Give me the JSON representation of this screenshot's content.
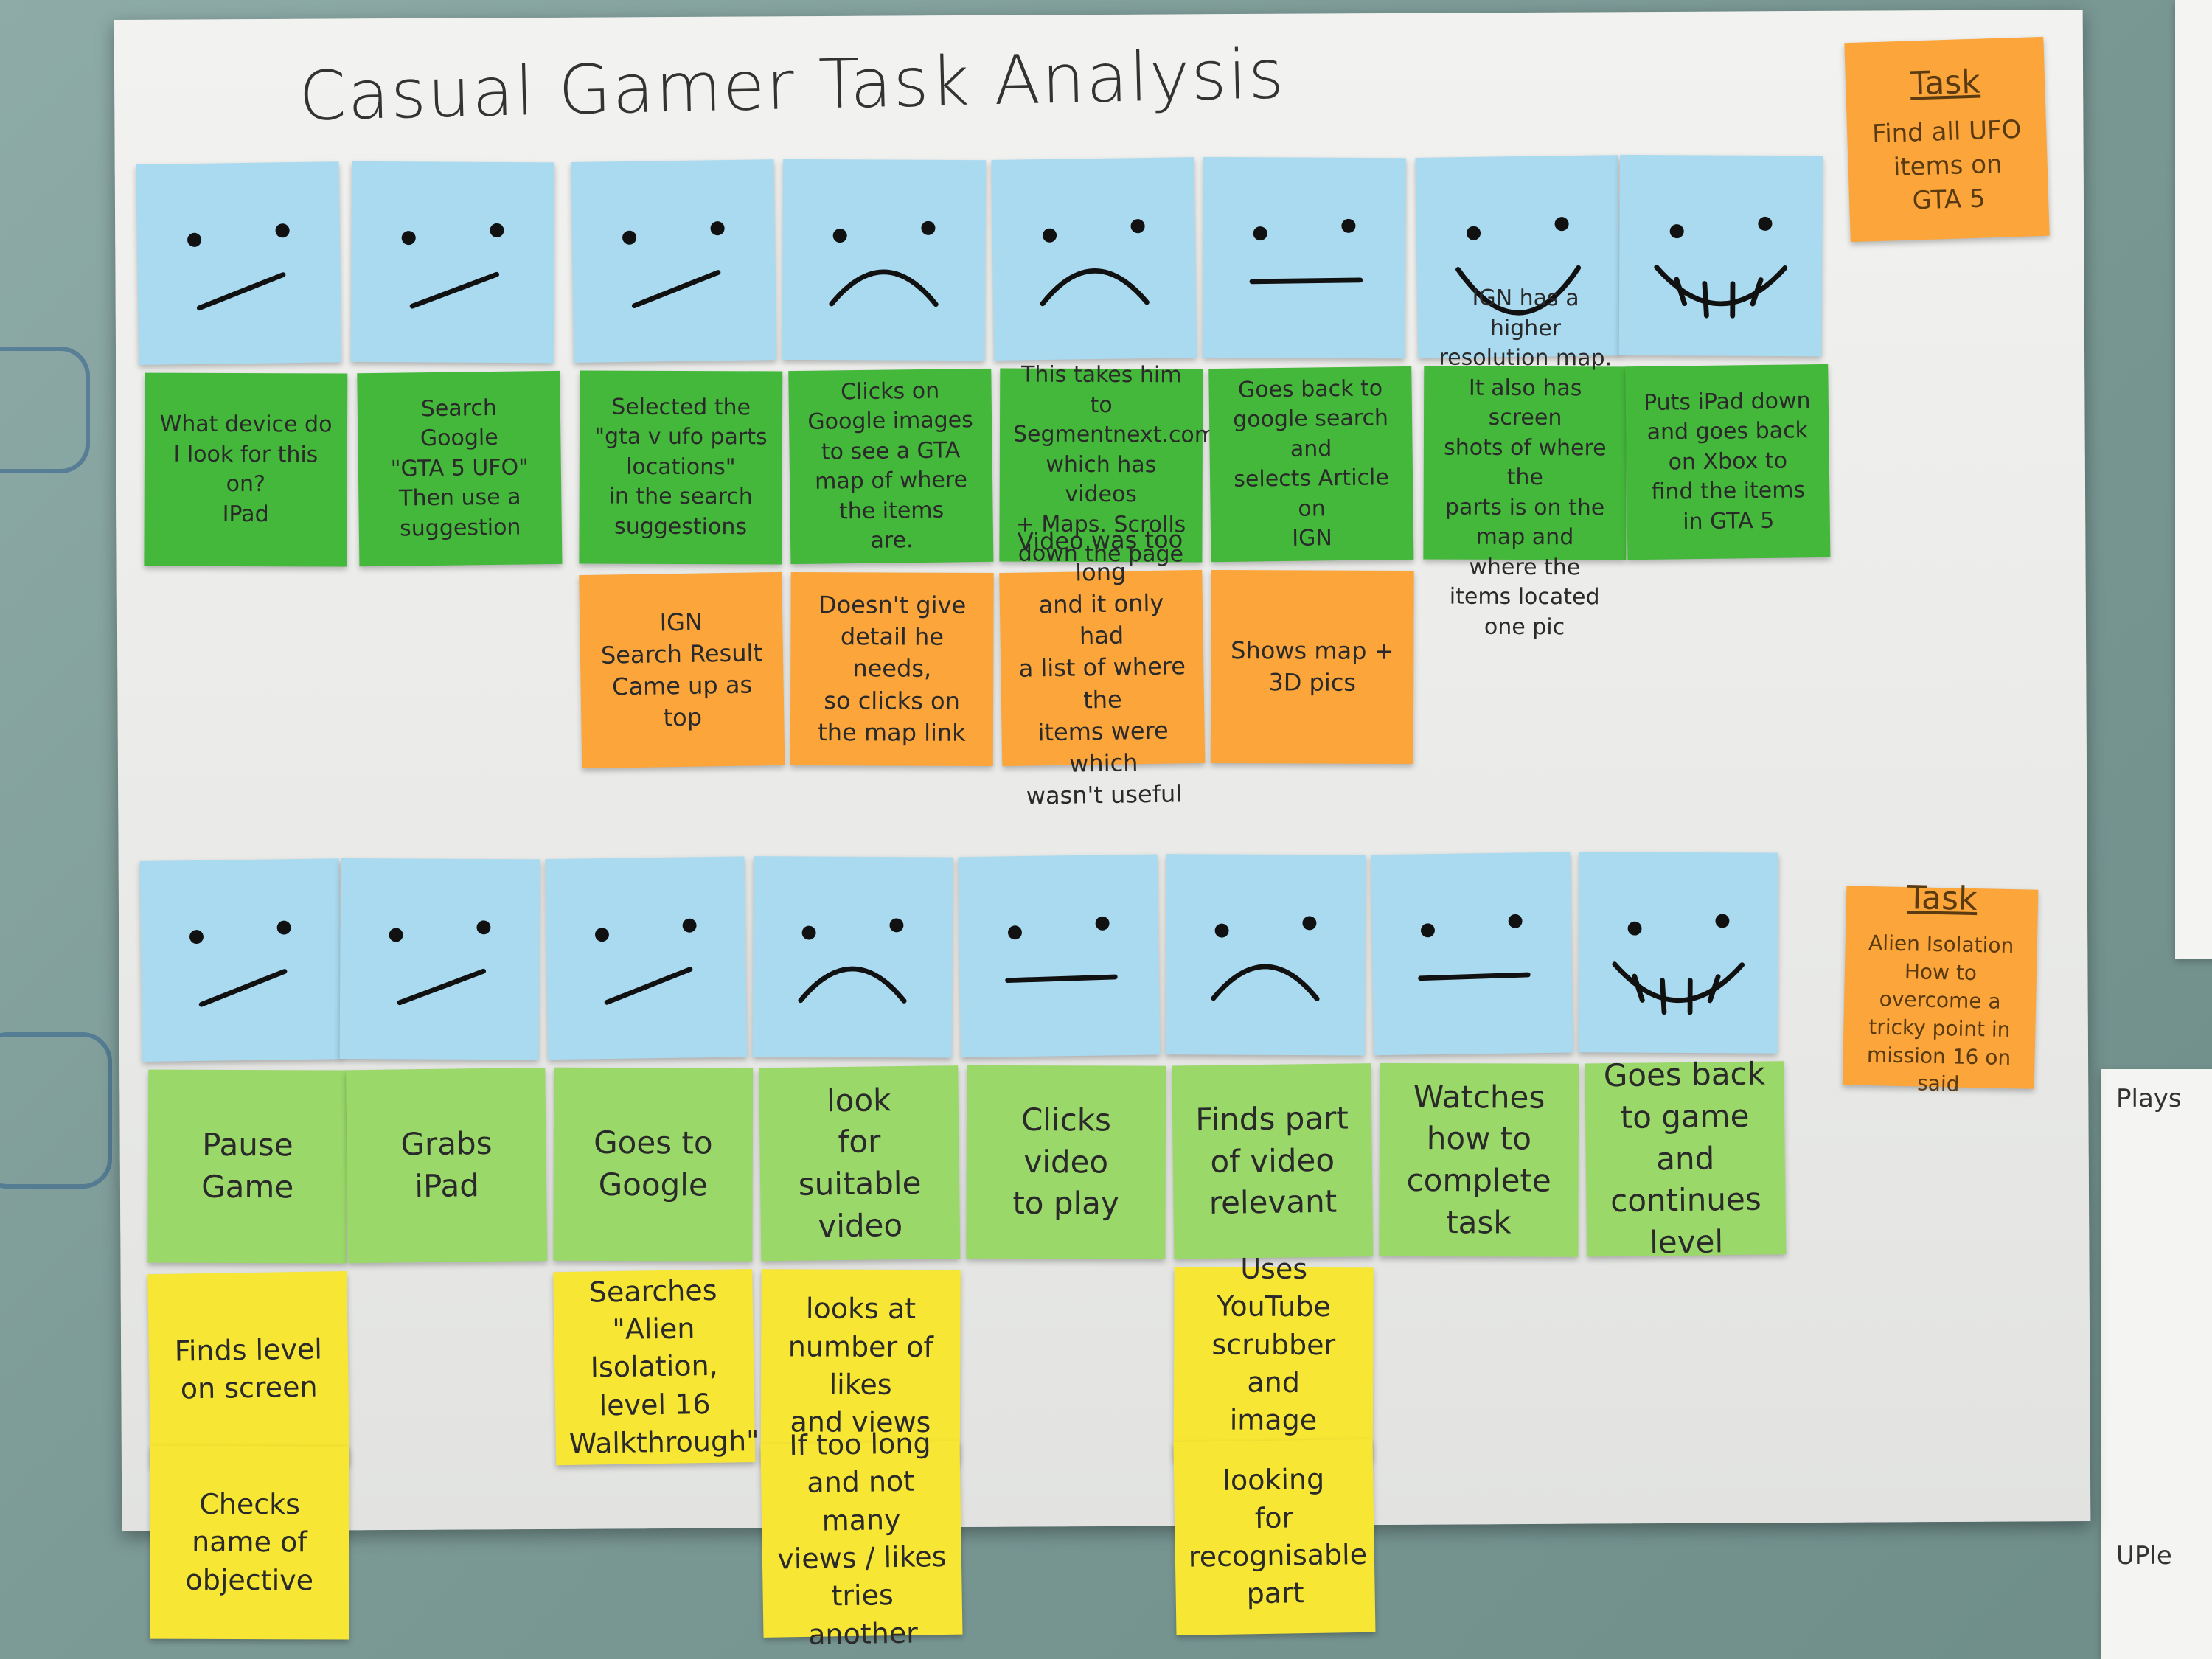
{
  "title": "Casual Gamer Task Analysis",
  "row1": {
    "task_note": {
      "heading": "Task",
      "body": "Find all UFO\nitems on\nGTA 5"
    },
    "faces": [
      "neutral-frown-icon",
      "neutral-frown-icon",
      "neutral-frown-icon",
      "sad-face-icon",
      "sad-face-icon",
      "neutral-face-icon",
      "smile-face-icon",
      "grin-face-icon"
    ],
    "actions": [
      "What device do\nI look for this\non?\nIPad",
      "Search\nGoogle\n\"GTA 5 UFO\"\nThen use a suggestion",
      "Selected the\n\"gta v ufo parts\nlocations\"\nin the search suggestions",
      "Clicks on\nGoogle images\nto see a GTA\nmap of where the items\nare.",
      "This takes him\nto Segmentnext.com\nwhich has videos\n+ Maps. Scrolls\ndown the page",
      "Goes back to\ngoogle search and\nselects Article on\nIGN",
      "IGN has a higher\nresolution map.\nIt also has screen\nshots of where the\nparts is on the map and\nwhere the items located\none pic",
      "Puts iPad down\nand goes back\non Xbox to\nfind the items\nin GTA 5"
    ],
    "details": [
      {
        "col": 2,
        "text": "IGN\nSearch Result\nCame up as top"
      },
      {
        "col": 3,
        "text": "Doesn't give\ndetail he needs,\nso clicks on\nthe map link"
      },
      {
        "col": 4,
        "text": "Video was too long\nand it only had\na list of where the\nitems were which\nwasn't useful"
      },
      {
        "col": 5,
        "text": "Shows map +\n3D pics"
      }
    ]
  },
  "row2": {
    "task_note": {
      "heading": "Task",
      "body": "Alien Isolation\nHow to overcome a\ntricky point in\nmission 16 on\nsaid"
    },
    "faces": [
      "neutral-frown-icon",
      "neutral-frown-icon",
      "neutral-frown-icon",
      "sad-face-icon",
      "neutral-face-icon",
      "sad-face-icon",
      "neutral-face-icon",
      "grin-face-icon"
    ],
    "actions": [
      "Pause\nGame",
      "Grabs\niPad",
      "Goes to\nGoogle",
      "look\nfor suitable\nvideo",
      "Clicks\nvideo\nto play",
      "Finds part\nof video\nrelevant",
      "Watches\nhow to\ncomplete task",
      "Goes back\nto game\nand continues\nlevel"
    ],
    "details": [
      {
        "col": 0,
        "text": "Finds level\non screen"
      },
      {
        "col": 0,
        "text": "Checks\nname of\nobjective"
      },
      {
        "col": 2,
        "text": "Searches\n\"Alien Isolation,\nlevel 16 Walkthrough\""
      },
      {
        "col": 3,
        "text": "looks at\nnumber of likes\nand views"
      },
      {
        "col": 3,
        "text": "If too long\nand not many\nviews / likes\ntries another"
      },
      {
        "col": 5,
        "text": "Uses YouTube\nscrubber and\nimage thumbnail"
      },
      {
        "col": 5,
        "text": "looking\nfor recognisable\npart"
      }
    ]
  },
  "side_sheet": {
    "top_text": "Plays",
    "bottom_text": "UPle"
  },
  "colors": {
    "blue": "#a9daf0",
    "green_dark": "#44b83a",
    "green_light": "#9bd86a",
    "orange": "#fba53b",
    "yellow": "#f7e634"
  }
}
